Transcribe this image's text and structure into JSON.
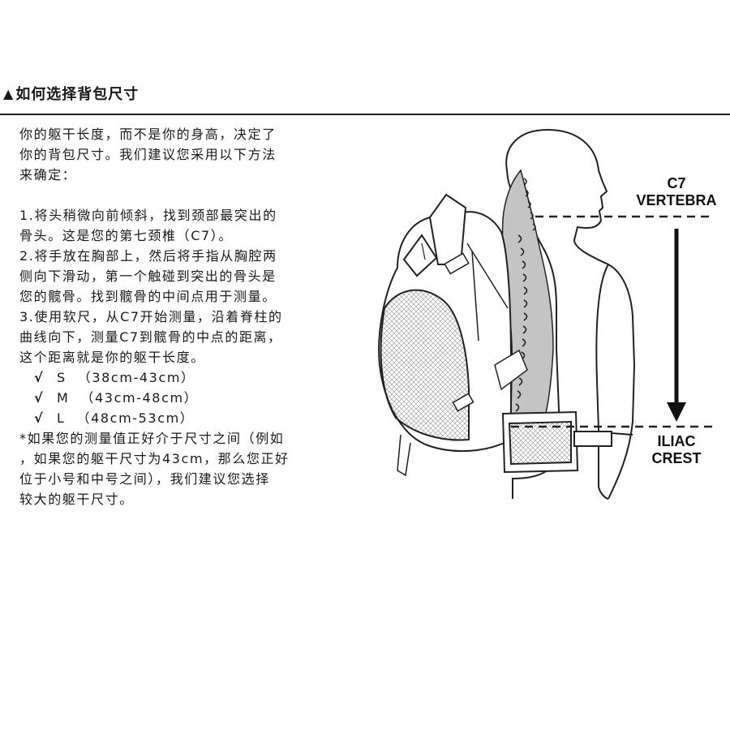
{
  "heading": {
    "icon": "triangle-up-icon",
    "title": "如何选择背包尺寸"
  },
  "intro": "你的躯干长度，而不是你的身高，决定了\n你的背包尺寸。我们建议您采用以下方法\n来确定：",
  "steps": [
    "1.将头稍微向前倾斜，找到颈部最突出的\n骨头。这是您的第七颈椎（C7）。",
    "2.将手放在胸部上，然后将手指从胸腔两\n侧向下滑动，第一个触碰到突出的骨头是\n您的髋骨。找到髋骨的中间点用于测量。",
    "3.使用软尺，从C7开始测量，沿着脊柱的\n曲线向下，测量C7到髋骨的中点的距离，\n这个距离就是你的躯干长度。"
  ],
  "sizes": [
    {
      "check": "√",
      "size": "S",
      "range": "（38cm-43cm）"
    },
    {
      "check": "√",
      "size": "M",
      "range": "（43cm-48cm）"
    },
    {
      "check": "√",
      "size": "L",
      "range": "（48cm-53cm）"
    }
  ],
  "note": "*如果您的测量值正好介于尺寸之间（例如\n，如果您的躯干尺寸为43cm，那么您正好\n位于小号和中号之间），我们建议您选择\n较大的躯干尺寸。",
  "figure": {
    "c7_label_line1": "C7",
    "c7_label_line2": "VERTEBRA",
    "iliac_label_line1": "ILIAC",
    "iliac_label_line2": "CREST"
  },
  "colors": {
    "text": "#1a1a1a",
    "line": "#222222",
    "spine_fill": "#bdbdbd",
    "mesh": "#dcdcdc"
  }
}
